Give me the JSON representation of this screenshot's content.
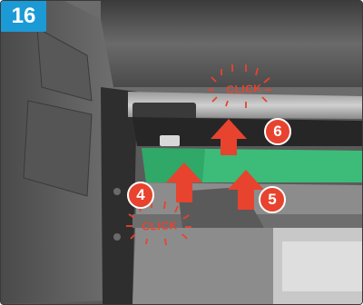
{
  "step": {
    "number": "16"
  },
  "callouts": [
    {
      "id": "callout-4",
      "label": "4"
    },
    {
      "id": "callout-5",
      "label": "5"
    },
    {
      "id": "callout-6",
      "label": "6"
    }
  ],
  "sound_effects": [
    {
      "id": "click-top",
      "label": "CLICK"
    },
    {
      "id": "click-bottom",
      "label": "CLICK"
    }
  ],
  "colors": {
    "badge": "#1b9ad6",
    "arrow": "#e8432e",
    "green_panel": "#3dbb78",
    "click_text": "#e8432e"
  }
}
